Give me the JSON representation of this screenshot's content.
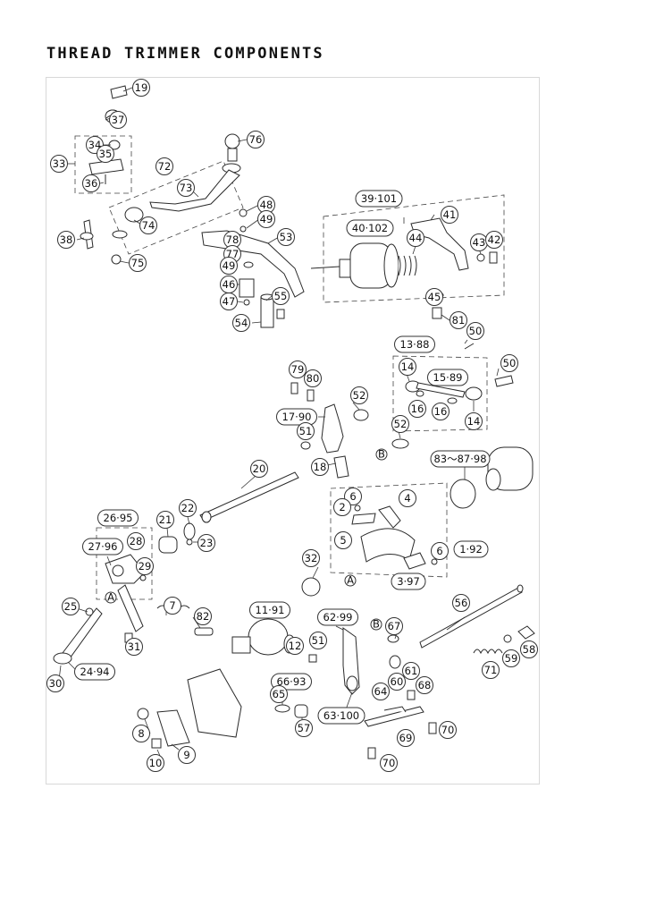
{
  "title": "THREAD TRIMMER COMPONENTS",
  "colors": {
    "line": "#2a2a2a",
    "text": "#111111",
    "frame": "#d8d8d8"
  },
  "callouts": [
    "19",
    "37",
    "34",
    "35",
    "33",
    "36",
    "76",
    "72",
    "73",
    "74",
    "38",
    "75",
    "48",
    "49",
    "78",
    "77",
    "53",
    "49",
    "46",
    "47",
    "55",
    "54",
    "39·101",
    "40·102",
    "41",
    "44",
    "43",
    "42",
    "45",
    "81",
    "50",
    "13·88",
    "14",
    "15·89",
    "16",
    "16",
    "14",
    "50",
    "52",
    "52",
    "B",
    "79",
    "80",
    "17·90",
    "51",
    "18",
    "20",
    "83～87·98",
    "6",
    "2",
    "4",
    "5",
    "6",
    "1·92",
    "3·97",
    "A",
    "32",
    "22",
    "21",
    "23",
    "26·95",
    "27·96",
    "28",
    "29",
    "25",
    "A",
    "7",
    "82",
    "31",
    "24·94",
    "30",
    "11·91",
    "12",
    "51",
    "62·99",
    "B",
    "67",
    "56",
    "66·93",
    "65",
    "60",
    "61",
    "64",
    "68",
    "58",
    "59",
    "71",
    "63·100",
    "57",
    "69",
    "70",
    "70",
    "8",
    "10",
    "9"
  ]
}
